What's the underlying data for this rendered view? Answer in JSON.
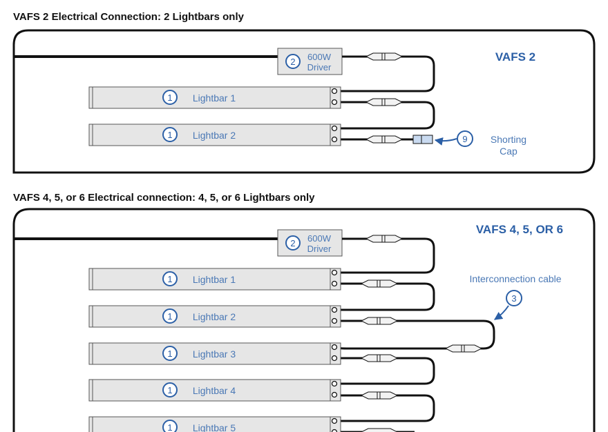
{
  "sections": [
    {
      "heading": "VAFS 2 Electrical Connection: 2 Lightbars only",
      "panel_title": "VAFS 2",
      "driver": {
        "callout": "2",
        "line1": "600W",
        "line2": "Driver"
      },
      "lightbars": [
        {
          "callout": "1",
          "label": "Lightbar 1"
        },
        {
          "callout": "1",
          "label": "Lightbar 2"
        }
      ],
      "shorting_cap": {
        "callout": "9",
        "line1": "Shorting",
        "line2": "Cap"
      }
    },
    {
      "heading": "VAFS 4, 5, or 6 Electrical connection: 4, 5, or 6 Lightbars only",
      "panel_title": "VAFS 4, 5, OR 6",
      "driver": {
        "callout": "2",
        "line1": "600W",
        "line2": "Driver"
      },
      "lightbars": [
        {
          "callout": "1",
          "label": "Lightbar 1"
        },
        {
          "callout": "1",
          "label": "Lightbar 2"
        },
        {
          "callout": "1",
          "label": "Lightbar 3"
        },
        {
          "callout": "1",
          "label": "Lightbar 4"
        },
        {
          "callout": "1",
          "label": "Lightbar 5"
        }
      ],
      "interconnection": {
        "callout": "3",
        "label": "Interconnection cable"
      }
    }
  ],
  "colors": {
    "accent": "#2b5fa6",
    "label": "#4a78b5",
    "cable": "#111111",
    "bar_fill": "#e6e6e6",
    "connector_fill": "#f2f2f2",
    "cap_fill": "#c9daf0"
  }
}
